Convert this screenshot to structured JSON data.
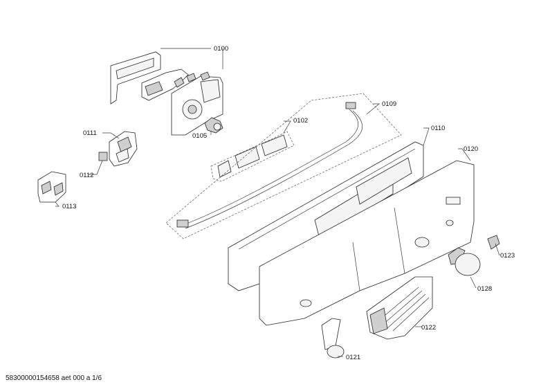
{
  "parts": [
    {
      "id": "p0100",
      "label": "0100"
    },
    {
      "id": "p0105",
      "label": "0105"
    },
    {
      "id": "p0111",
      "label": "0111"
    },
    {
      "id": "p0112",
      "label": "0112"
    },
    {
      "id": "p0113",
      "label": "0113"
    },
    {
      "id": "p0102",
      "label": "0102"
    },
    {
      "id": "p0109",
      "label": "0109"
    },
    {
      "id": "p0110",
      "label": "0110"
    },
    {
      "id": "p0120",
      "label": "0120"
    },
    {
      "id": "p0123",
      "label": "0123"
    },
    {
      "id": "p0128",
      "label": "0128"
    },
    {
      "id": "p0122",
      "label": "0122"
    },
    {
      "id": "p0121",
      "label": "0121"
    }
  ],
  "footer": "58300000154658 aet 000 a 1/6"
}
